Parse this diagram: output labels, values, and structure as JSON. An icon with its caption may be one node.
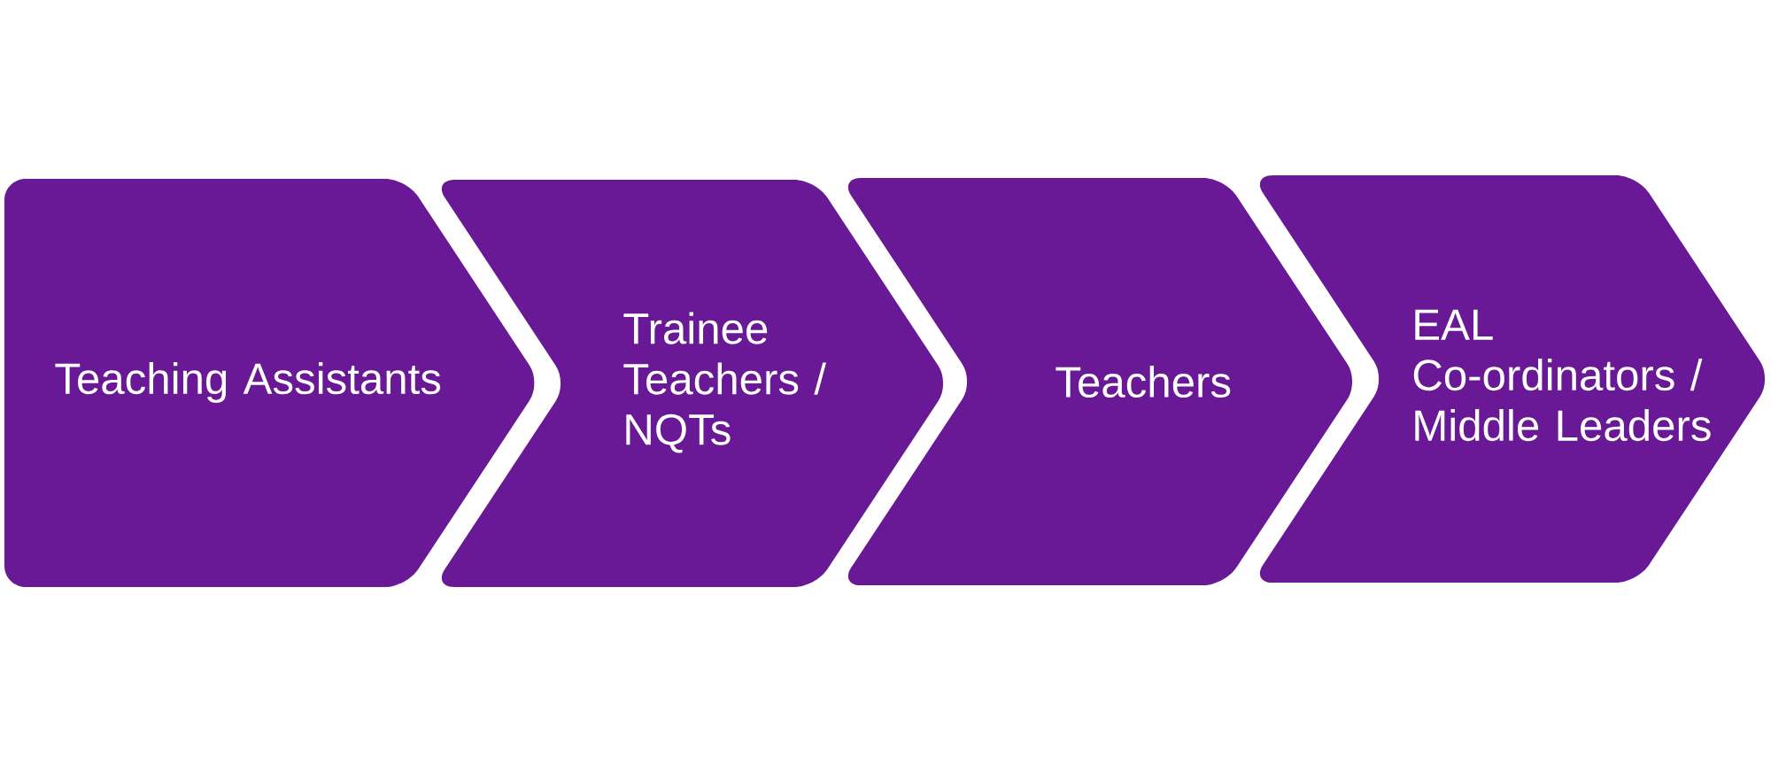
{
  "diagram": {
    "nodes": [
      {
        "text": [
          "Teaching Assistants"
        ]
      },
      {
        "text": [
          "Trainee Teachers / NQTs"
        ]
      },
      {
        "text": [
          "Teachers"
        ]
      },
      {
        "text": [
          "EAL Co-ordinators / Middle Leaders"
        ]
      }
    ]
  }
}
